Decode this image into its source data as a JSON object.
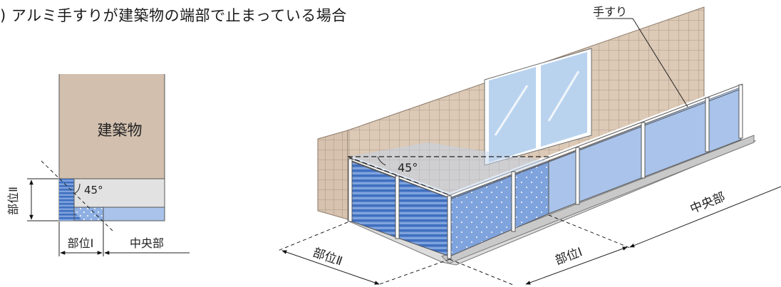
{
  "heading": ") アルミ手すりが建築物の端部で止まっている場合",
  "plan": {
    "building_label": "建築物",
    "angle_label": "45°",
    "zone_2_label": "部位Ⅱ",
    "zone_1_label": "部位Ⅰ",
    "center_label": "中央部"
  },
  "perspective": {
    "handrail_label": "手すり",
    "angle_label": "45°",
    "zone_2_label": "部位Ⅱ",
    "zone_1_label": "部位Ⅰ",
    "center_label": "中央部"
  },
  "colors": {
    "building": "#d2bfae",
    "tile": "#dcc9b6",
    "tile_grid": "#9b8a7a",
    "glass": "#b9d3ef",
    "glass_dark": "#5f8fcf",
    "panel_blue": "#a9c3ea",
    "louver": "#4f7fcc",
    "floor": "#dcdcdc",
    "frame": "#ffffff"
  }
}
